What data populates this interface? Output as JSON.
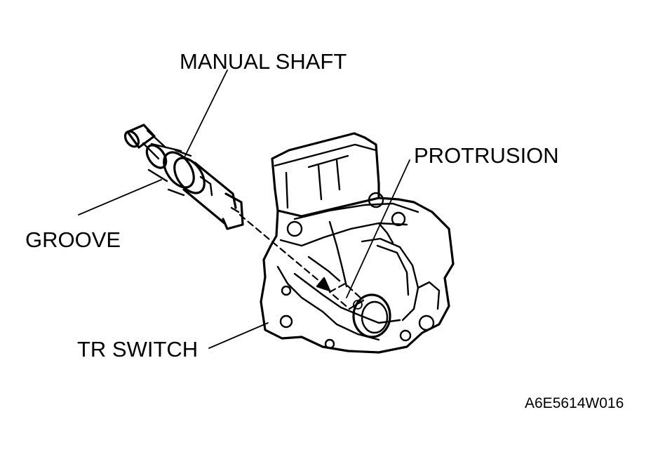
{
  "labels": {
    "manual_shaft": "MANUAL SHAFT",
    "protrusion": "PROTRUSION",
    "groove": "GROOVE",
    "tr_switch": "TR SWITCH"
  },
  "reference_code": "A6E5614W016"
}
